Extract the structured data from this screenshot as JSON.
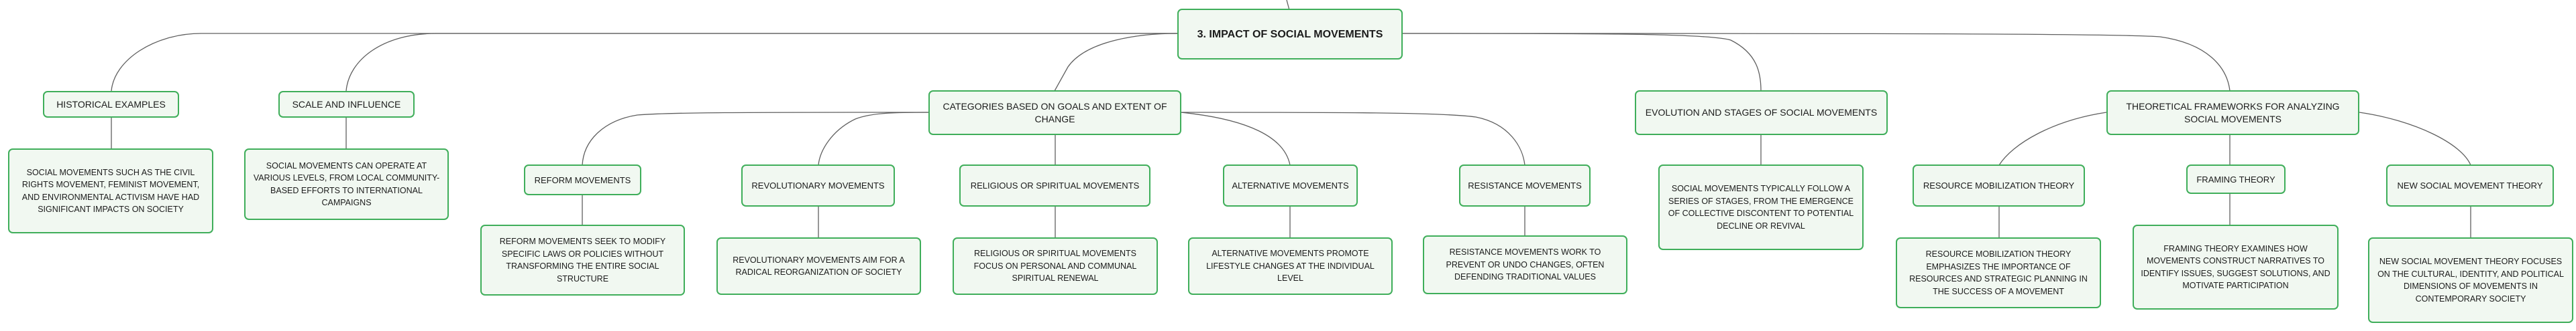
{
  "root": {
    "title": "3. IMPACT OF SOCIAL MOVEMENTS"
  },
  "historical": {
    "title": "HISTORICAL EXAMPLES",
    "detail": "SOCIAL MOVEMENTS SUCH AS THE CIVIL RIGHTS MOVEMENT, FEMINIST MOVEMENT, AND ENVIRONMENTAL ACTIVISM HAVE HAD SIGNIFICANT IMPACTS ON SOCIETY"
  },
  "scale": {
    "title": "SCALE AND INFLUENCE",
    "detail": "SOCIAL MOVEMENTS CAN OPERATE AT VARIOUS LEVELS, FROM LOCAL COMMUNITY-BASED EFFORTS TO INTERNATIONAL CAMPAIGNS"
  },
  "categories": {
    "title": "CATEGORIES BASED ON GOALS AND EXTENT OF CHANGE",
    "reform": {
      "title": "REFORM MOVEMENTS",
      "detail": "REFORM MOVEMENTS SEEK TO MODIFY SPECIFIC LAWS OR POLICIES WITHOUT TRANSFORMING THE ENTIRE SOCIAL STRUCTURE"
    },
    "revolutionary": {
      "title": "REVOLUTIONARY MOVEMENTS",
      "detail": "REVOLUTIONARY MOVEMENTS AIM FOR A RADICAL REORGANIZATION OF SOCIETY"
    },
    "religious": {
      "title": "RELIGIOUS OR SPIRITUAL MOVEMENTS",
      "detail": "RELIGIOUS OR SPIRITUAL MOVEMENTS FOCUS ON PERSONAL AND COMMUNAL SPIRITUAL RENEWAL"
    },
    "alternative": {
      "title": "ALTERNATIVE MOVEMENTS",
      "detail": "ALTERNATIVE MOVEMENTS PROMOTE LIFESTYLE CHANGES AT THE INDIVIDUAL LEVEL"
    },
    "resistance": {
      "title": "RESISTANCE MOVEMENTS",
      "detail": "RESISTANCE MOVEMENTS WORK TO PREVENT OR UNDO CHANGES, OFTEN DEFENDING TRADITIONAL VALUES"
    }
  },
  "evolution": {
    "title": "EVOLUTION AND STAGES OF SOCIAL MOVEMENTS",
    "detail": "SOCIAL MOVEMENTS TYPICALLY FOLLOW A SERIES OF STAGES, FROM THE EMERGENCE OF COLLECTIVE DISCONTENT TO POTENTIAL DECLINE OR REVIVAL"
  },
  "frameworks": {
    "title": "THEORETICAL FRAMEWORKS FOR ANALYZING SOCIAL MOVEMENTS",
    "resource": {
      "title": "RESOURCE MOBILIZATION THEORY",
      "detail": "RESOURCE MOBILIZATION THEORY EMPHASIZES THE IMPORTANCE OF RESOURCES AND STRATEGIC PLANNING IN THE SUCCESS OF A MOVEMENT"
    },
    "framing": {
      "title": "FRAMING THEORY",
      "detail": "FRAMING THEORY EXAMINES HOW MOVEMENTS CONSTRUCT NARRATIVES TO IDENTIFY ISSUES, SUGGEST SOLUTIONS, AND MOTIVATE PARTICIPATION"
    },
    "nsm": {
      "title": "NEW SOCIAL MOVEMENT THEORY",
      "detail": "NEW SOCIAL MOVEMENT THEORY FOCUSES ON THE CULTURAL, IDENTITY, AND POLITICAL DIMENSIONS OF MOVEMENTS IN CONTEMPORARY SOCIETY"
    }
  },
  "colors": {
    "border": "#3fae5a",
    "fill": "#f1f8f1",
    "line": "#5f5f5f"
  }
}
